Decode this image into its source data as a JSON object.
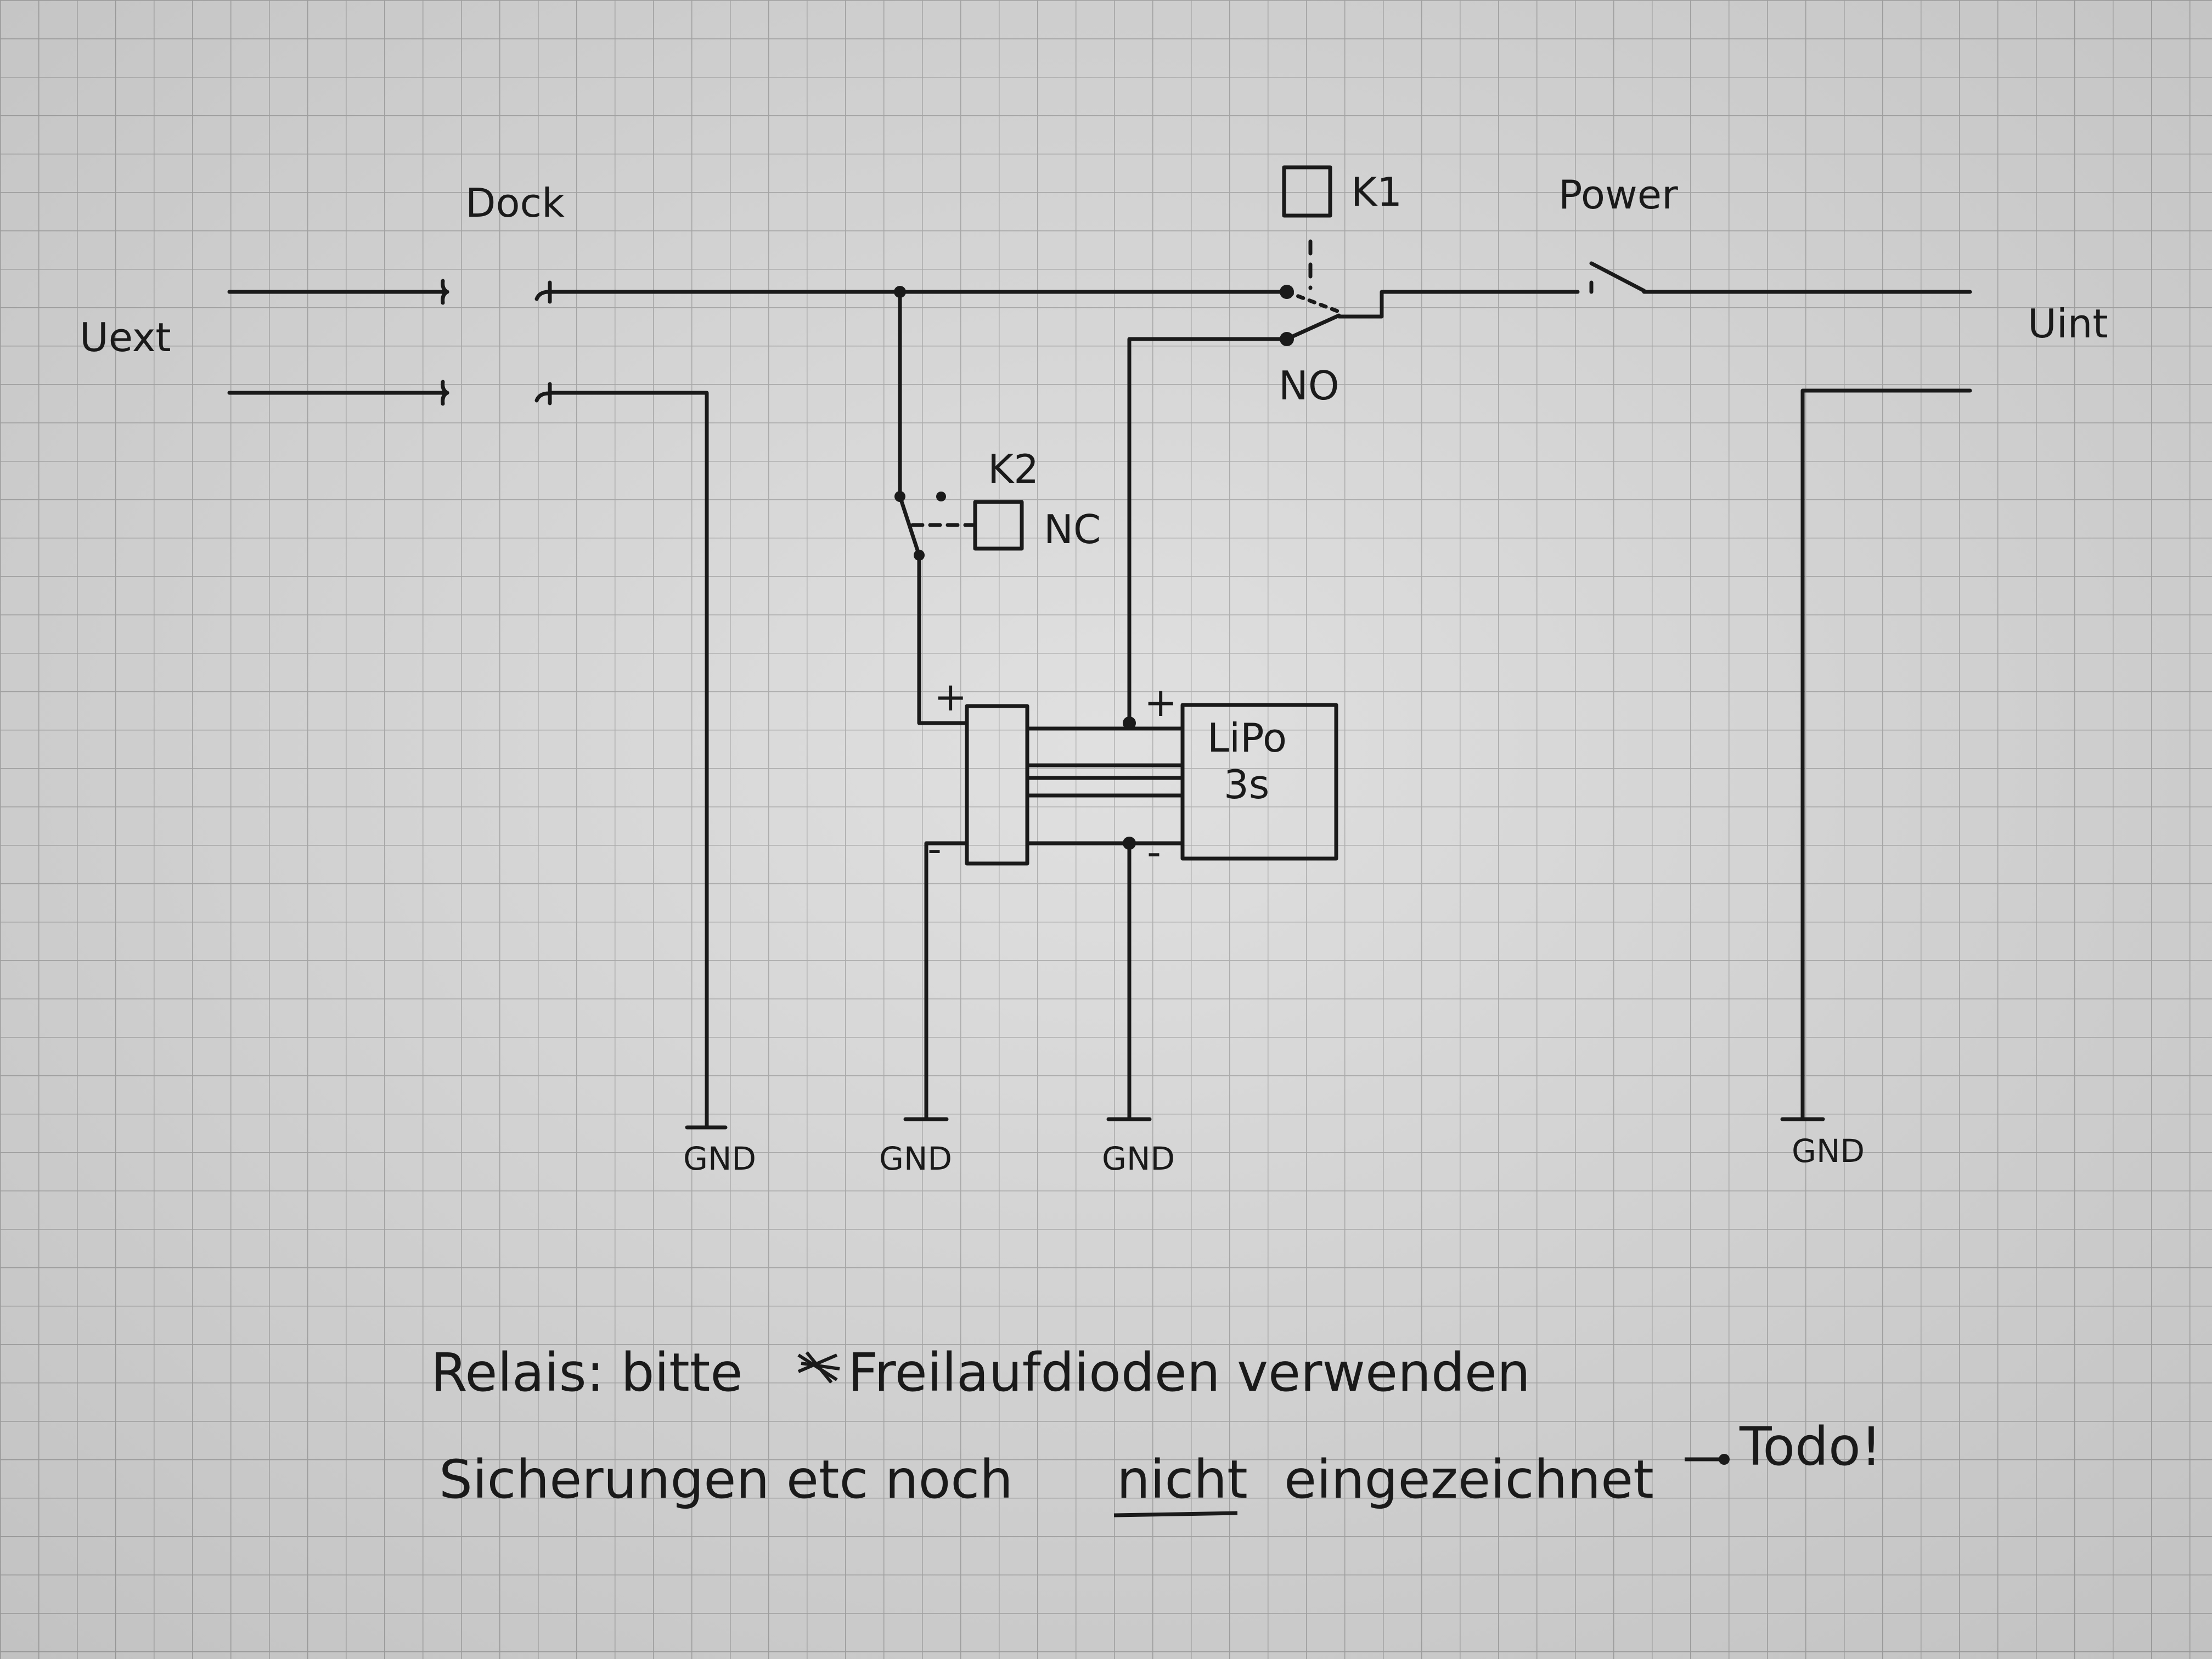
{
  "labels": {
    "dock": "Dock",
    "k1": "K1",
    "power": "Power",
    "vext": "Uext",
    "vint": "Uint",
    "no": "NO",
    "k2": "K2",
    "nc": "NC",
    "battery_line1": "LiPo",
    "battery_line2": "3s",
    "plus": "+",
    "minus": "-",
    "gnd": "GND"
  },
  "notes": {
    "line1_prefix": "Relais: bitte",
    "line1_suffix": "Freilaufdioden verwenden",
    "line2_a": "Sicherungen etc noch",
    "line2_underlined": "nicht",
    "line2_b": "eingezeichnet",
    "line2_c": "Todo!"
  },
  "colors": {
    "paper": "#dcdcdc",
    "grid": "#a9a9a9",
    "ink": "#1a1a1a"
  }
}
